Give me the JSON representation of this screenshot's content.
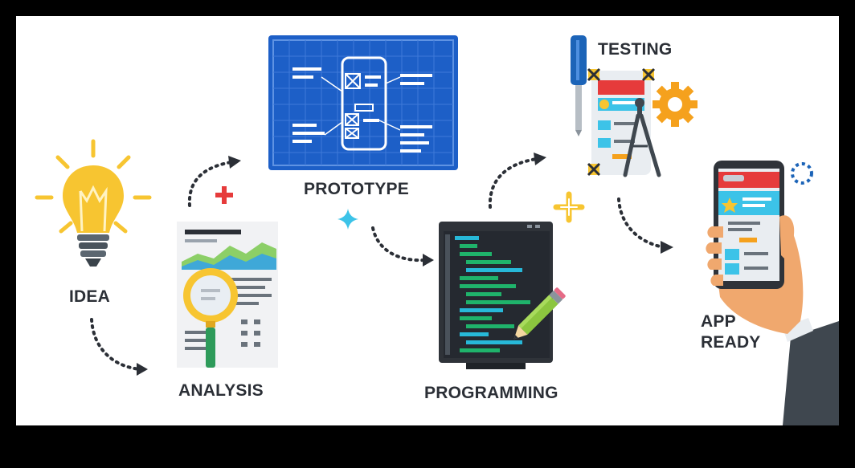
{
  "diagram": {
    "type": "app-development-process",
    "stages": [
      {
        "id": "idea",
        "label": "IDEA"
      },
      {
        "id": "analysis",
        "label": "ANALYSIS"
      },
      {
        "id": "prototype",
        "label": "PROTOTYPE"
      },
      {
        "id": "programming",
        "label": "PROGRAMMING"
      },
      {
        "id": "testing",
        "label": "TESTING"
      },
      {
        "id": "app-ready",
        "label_line1": "APP",
        "label_line2": "READY"
      }
    ],
    "colors": {
      "background": "#ffffff",
      "frame": "#000000",
      "text": "#2b2f36",
      "bulb_yellow": "#f7c531",
      "blueprint_blue": "#1d5fc7",
      "monitor_dark": "#2f3339",
      "code_green": "#1fb36b",
      "code_cyan": "#27b8d8",
      "screwdriver_blue": "#1c64b8",
      "gear_orange": "#f5a11d",
      "accent_red": "#e63b3b",
      "accent_cyan": "#3cc3e8",
      "accent_yellow": "#f7c531",
      "hand_skin": "#f0a86e",
      "sleeve_gray": "#3f474f"
    },
    "icons": [
      "lightbulb-icon",
      "report-magnifier-icon",
      "blueprint-icon",
      "code-monitor-icon",
      "pencil-icon",
      "screwdriver-icon",
      "gear-icon",
      "compass-icon",
      "smartphone-hand-icon"
    ]
  }
}
